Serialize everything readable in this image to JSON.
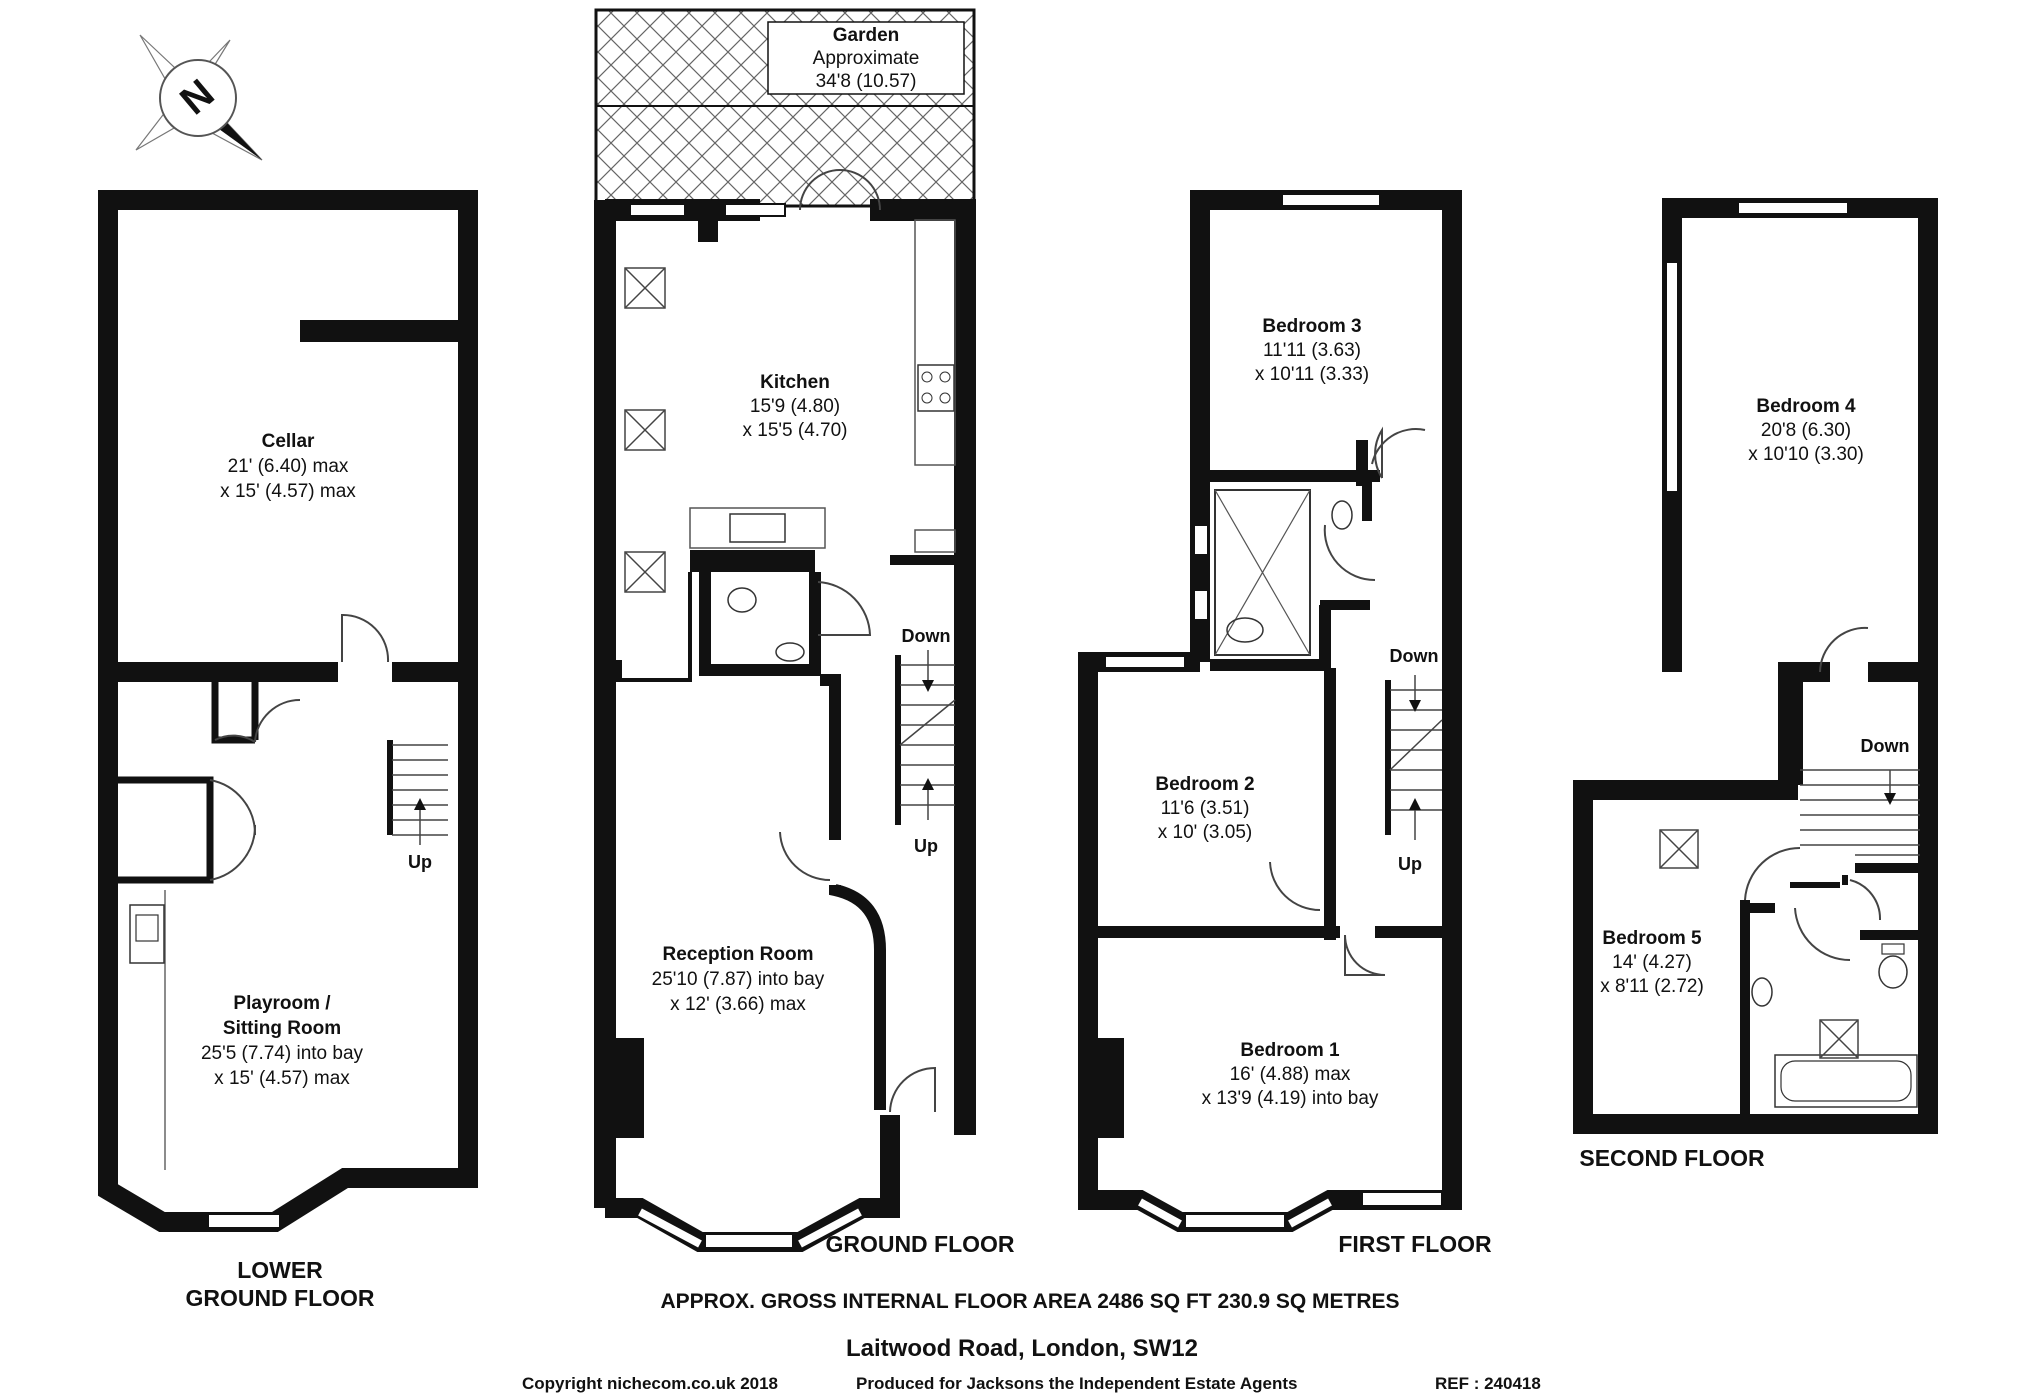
{
  "compass": {
    "letter": "N",
    "icon": "north-compass-icon"
  },
  "rooms": {
    "garden": {
      "name": "Garden",
      "l1": "Approximate",
      "l2": "34'8 (10.57)"
    },
    "cellar": {
      "name": "Cellar",
      "l1": "21' (6.40) max",
      "l2": "x 15' (4.57) max"
    },
    "playroom": {
      "name": "Playroom /",
      "name2": "Sitting Room",
      "l1": "25'5 (7.74) into bay",
      "l2": "x 15' (4.57) max"
    },
    "kitchen": {
      "name": "Kitchen",
      "l1": "15'9 (4.80)",
      "l2": "x 15'5 (4.70)"
    },
    "reception": {
      "name": "Reception Room",
      "l1": "25'10 (7.87) into bay",
      "l2": "x 12' (3.66) max"
    },
    "bedroom3": {
      "name": "Bedroom 3",
      "l1": "11'11 (3.63)",
      "l2": "x 10'11 (3.33)"
    },
    "bedroom2": {
      "name": "Bedroom 2",
      "l1": "11'6 (3.51)",
      "l2": "x 10' (3.05)"
    },
    "bedroom1": {
      "name": "Bedroom 1",
      "l1": "16' (4.88) max",
      "l2": "x 13'9 (4.19) into bay"
    },
    "bedroom4": {
      "name": "Bedroom 4",
      "l1": "20'8 (6.30)",
      "l2": "x 10'10 (3.30)"
    },
    "bedroom5": {
      "name": "Bedroom 5",
      "l1": "14' (4.27)",
      "l2": "x 8'11 (2.72)"
    }
  },
  "stairs": {
    "up": "Up",
    "down": "Down"
  },
  "floors": {
    "lower_l1": "LOWER",
    "lower_l2": "GROUND FLOOR",
    "ground": "GROUND FLOOR",
    "first": "FIRST FLOOR",
    "second": "SECOND FLOOR"
  },
  "footer": {
    "area": "APPROX. GROSS INTERNAL FLOOR AREA 2486 SQ FT 230.9 SQ METRES",
    "address": "Laitwood Road, London, SW12",
    "copyright": "Copyright nichecom.co.uk 2018",
    "produced": "Produced for Jacksons the Independent Estate Agents",
    "ref": "REF : 240418"
  },
  "colors": {
    "wall": "#111111",
    "line": "#444444",
    "window": "#ffffff"
  }
}
